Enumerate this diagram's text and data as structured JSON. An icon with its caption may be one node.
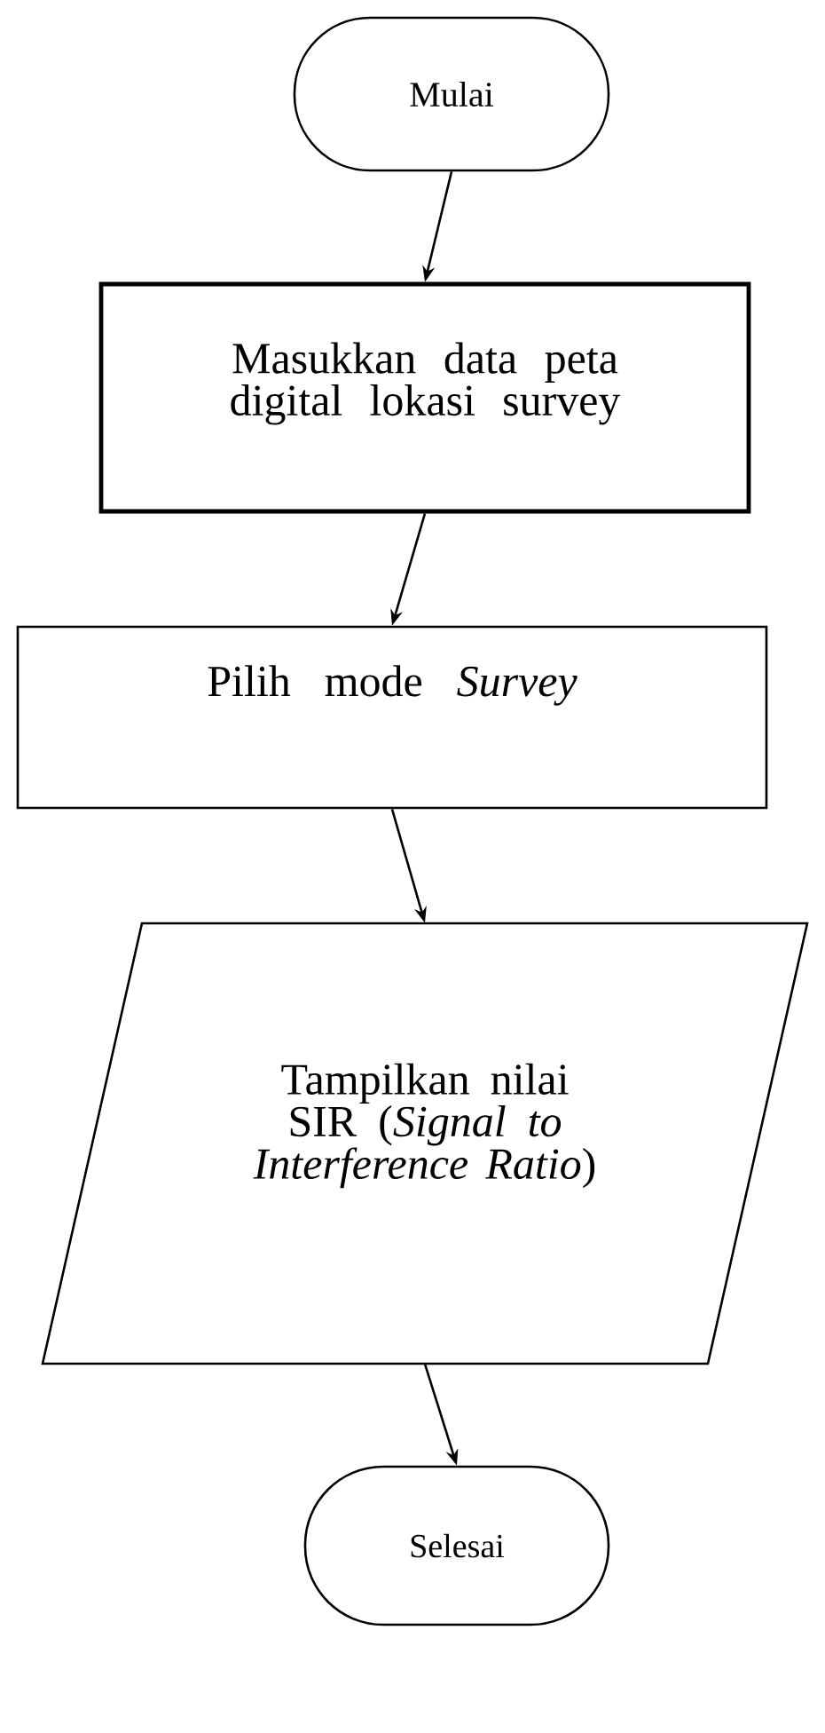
{
  "diagram": {
    "nodes": [
      {
        "text": [
          "Mulai"
        ]
      },
      {
        "text": [
          "Masukkan data peta digital lokasi survey"
        ]
      },
      {
        "text": [
          "Pilih mode *Survey*"
        ]
      },
      {
        "text": [
          "Tampilkan nilai SIR (*Signal to Interference Ratio*)"
        ]
      },
      {
        "text": [
          "Selesai"
        ]
      }
    ],
    "edges": [
      {
        "from": 0,
        "to": 1,
        "arrow": "to"
      },
      {
        "from": 1,
        "to": 2,
        "arrow": "to"
      },
      {
        "from": 2,
        "to": 3,
        "arrow": "to"
      },
      {
        "from": 3,
        "to": 4,
        "arrow": "to"
      }
    ]
  }
}
